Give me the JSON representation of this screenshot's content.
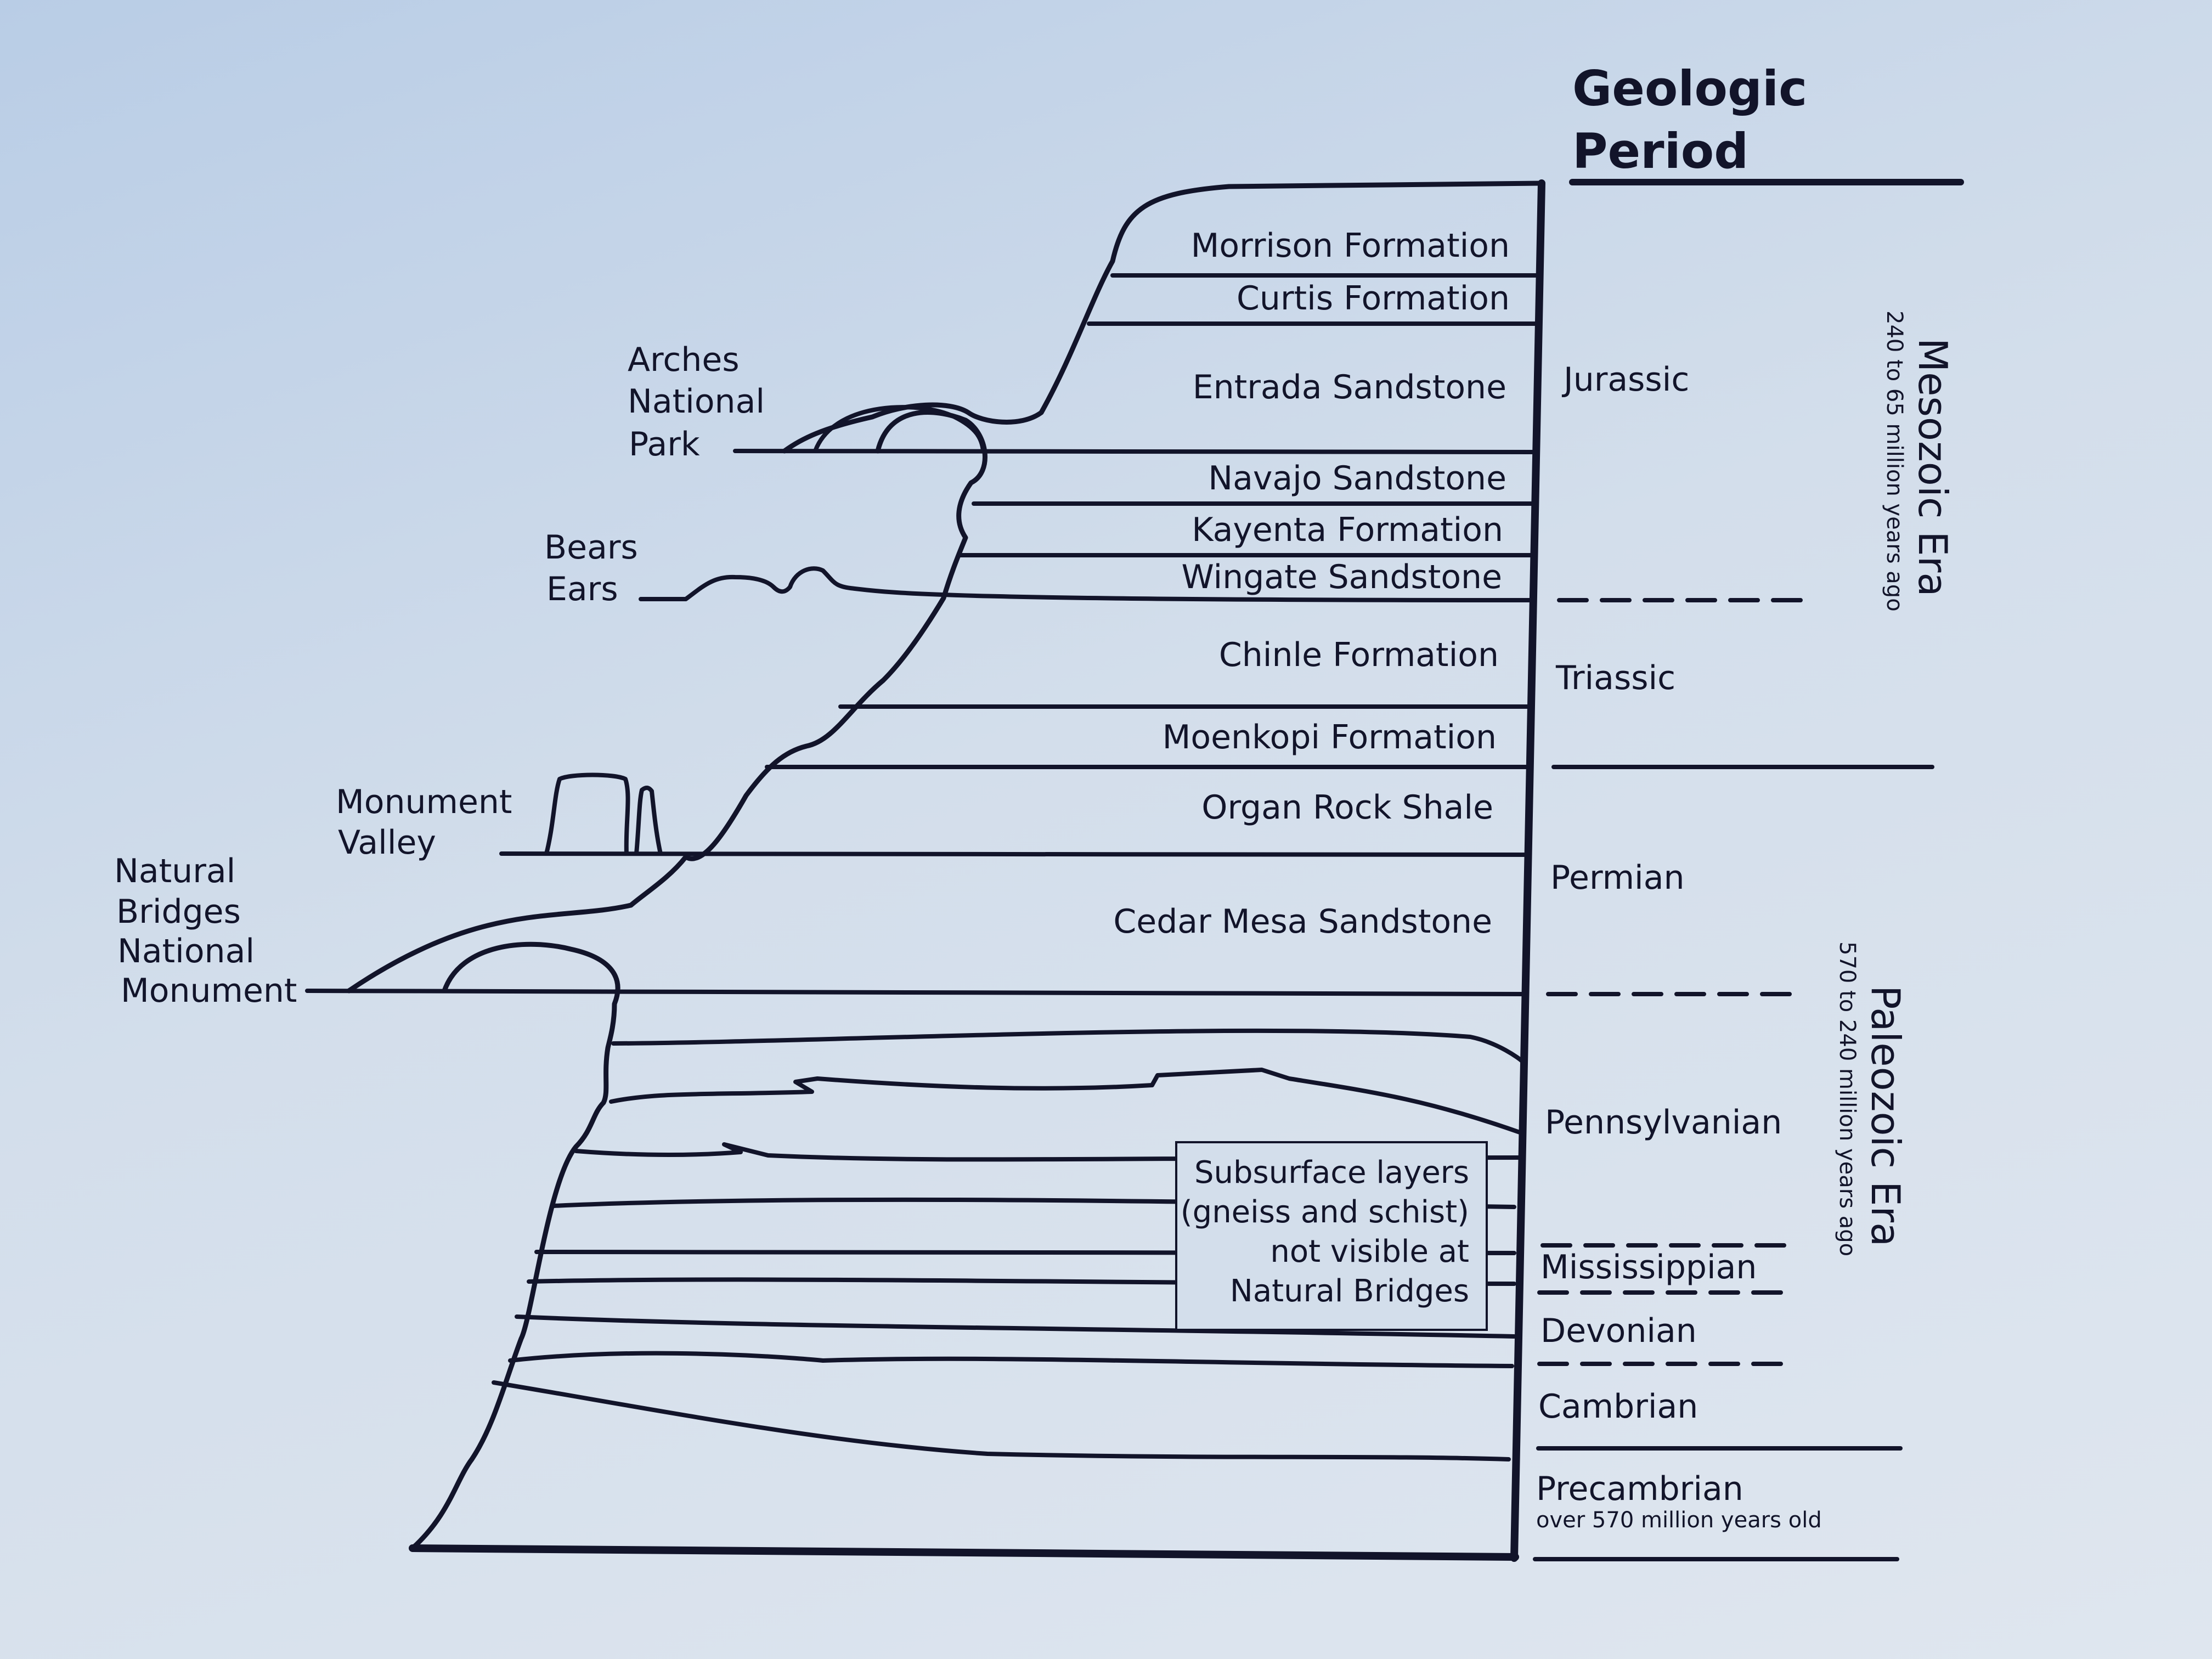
{
  "header": {
    "line1": "Geologic",
    "line2": "Period"
  },
  "formations": [
    "Morrison Formation",
    "Curtis Formation",
    "Entrada Sandstone",
    "Navajo Sandstone",
    "Kayenta Formation",
    "Wingate Sandstone",
    "Chinle Formation",
    "Moenkopi Formation",
    "Organ Rock Shale",
    "Cedar Mesa Sandstone"
  ],
  "landmarks": {
    "arches": [
      "Arches",
      "National",
      "Park"
    ],
    "bears_ears": [
      "Bears",
      "Ears"
    ],
    "monument_valley": [
      "Monument",
      "Valley"
    ],
    "natural_bridges": [
      "Natural",
      "Bridges",
      "National",
      "Monument"
    ]
  },
  "subsurface_note": [
    "Subsurface layers",
    "(gneiss and schist)",
    "not visible at",
    "Natural Bridges"
  ],
  "periods": {
    "jurassic": "Jurassic",
    "triassic": "Triassic",
    "permian": "Permian",
    "pennsylvanian": "Pennsylvanian",
    "mississippian": "Mississippian",
    "devonian": "Devonian",
    "cambrian": "Cambrian",
    "precambrian": "Precambrian",
    "precambrian_note": "over 570 million years old"
  },
  "eras": {
    "mesozoic": "Mesozoic Era",
    "mesozoic_span": "240 to 65 million years ago",
    "paleozoic": "Paleozoic Era",
    "paleozoic_span": "570 to 240 million years ago"
  },
  "colors": {
    "ink": "#12142a",
    "panel": "#d3deeb"
  }
}
